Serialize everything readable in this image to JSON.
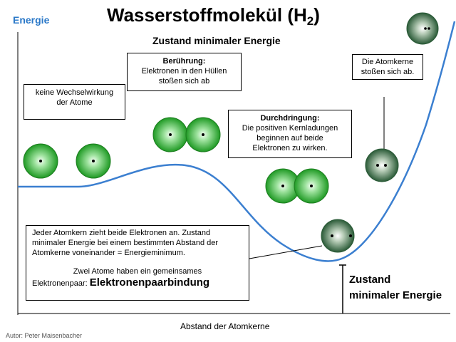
{
  "title": "Wasserstoffmolekül (H",
  "title_sub": "2",
  "title_end": ")",
  "y_axis_label": "Energie",
  "subtitle": "Zustand minimaler Energie",
  "x_axis_label": "Abstand der Atomkerne",
  "author": "Autor: Peter Maisenbacher",
  "box_no_interaction": {
    "line1": "keine Wechselwirkung",
    "line2": "der Atome"
  },
  "box_contact": {
    "heading": "Berührung:",
    "line1": "Elektronen in den Hüllen",
    "line2": "stoßen sich ab"
  },
  "box_penetration": {
    "heading": "Durchdringung:",
    "line1": "Die positiven Kernladungen",
    "line2": "beginnen auf  beide",
    "line3": "Elektronen zu wirken."
  },
  "box_nuclei": {
    "line1": "Die Atomkerne",
    "line2": "stoßen sich ab."
  },
  "box_explanation": {
    "text": "Jeder Atomkern zieht beide Elektronen an.  Zustand minimaler Energie bei einem bestimmten Abstand der Atomkerne voneinander = Energieminimum.",
    "line2": "Zwei Atome haben ein gemeinsames",
    "line3_prefix": "Elektronenpaar:",
    "line3_bold": "Elektronenpaarbindung"
  },
  "minimum_label": {
    "line1": "Zustand",
    "line2": "minimaler Energie"
  },
  "colors": {
    "atom_green": "#2fb02f",
    "atom_dark": "#2f5e3f",
    "curve": "#3b7fd0",
    "axis_label": "#2a78c8"
  }
}
